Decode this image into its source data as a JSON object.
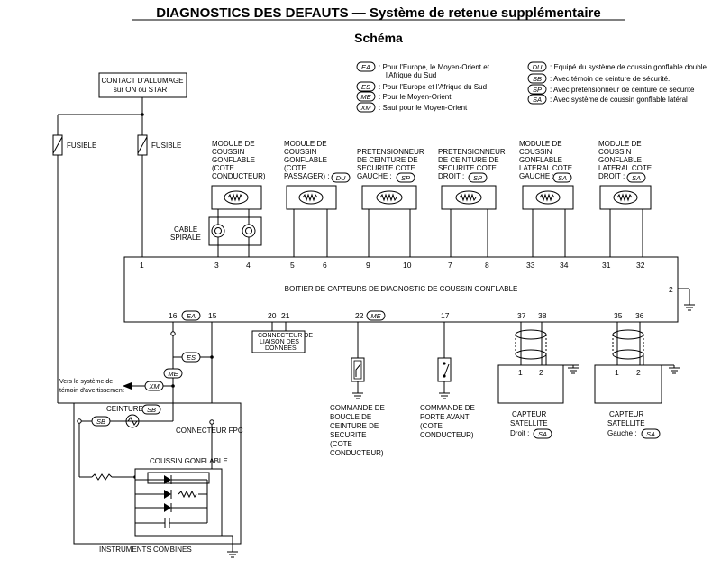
{
  "title": "DIAGNOSTICS DES DEFAUTS — Système de retenue supplémentaire",
  "subtitle": "Schéma",
  "legend": {
    "left": [
      {
        "code": "EA",
        "text1": ": Pour l'Europe, le Moyen-Orient et",
        "text2": "l'Afrique du Sud"
      },
      {
        "code": "ES",
        "text1": ": Pour l'Europe et l'Afrique du Sud",
        "text2": ""
      },
      {
        "code": "ME",
        "text1": ": Pour le Moyen-Orient",
        "text2": ""
      },
      {
        "code": "XM",
        "text1": ": Sauf pour le Moyen-Orient",
        "text2": ""
      }
    ],
    "right": [
      {
        "code": "DU",
        "text": ": Equipé du système de coussin gonflable double"
      },
      {
        "code": "SB",
        "text": ": Avec témoin de ceinture de sécurité."
      },
      {
        "code": "SP",
        "text": ": Avec prétensionneur de ceinture de sécurité"
      },
      {
        "code": "SA",
        "text": ": Avec système de coussin gonflable latéral"
      }
    ]
  },
  "ignition": {
    "line1": "CONTACT D'ALLUMAGE",
    "line2": "sur ON ou START"
  },
  "fuses": {
    "left": "FUSIBLE",
    "right": "FUSIBLE"
  },
  "modules": [
    {
      "lines": [
        "MODULE DE",
        "COUSSIN",
        "GONFLABLE",
        "(COTE",
        "CONDUCTEUR)"
      ],
      "tag": "",
      "pins": [
        "3",
        "4"
      ]
    },
    {
      "lines": [
        "MODULE DE",
        "COUSSIN",
        "GONFLABLE",
        "(COTE",
        "PASSAGER) :"
      ],
      "tag": "DU",
      "pins": [
        "5",
        "6"
      ]
    },
    {
      "lines": [
        "PRETENSIONNEUR",
        "DE CEINTURE DE",
        "SECURITE COTE",
        "GAUCHE :"
      ],
      "tag": "SP",
      "pins": [
        "9",
        "10"
      ]
    },
    {
      "lines": [
        "PRETENSIONNEUR",
        "DE CEINTURE DE",
        "SECURITE COTE",
        "DROIT :"
      ],
      "tag": "SP",
      "pins": [
        "7",
        "8"
      ]
    },
    {
      "lines": [
        "MODULE DE",
        "COUSSIN",
        "GONFLABLE",
        "LATERAL COTE",
        "GAUCHE :"
      ],
      "tag": "SA",
      "pins": [
        "33",
        "34"
      ]
    },
    {
      "lines": [
        "MODULE DE",
        "COUSSIN",
        "GONFLABLE",
        "LATERAL COTE",
        "DROIT :"
      ],
      "tag": "SA",
      "pins": [
        "31",
        "32"
      ]
    }
  ],
  "spiral": {
    "line1": "CABLE",
    "line2": "SPIRALE"
  },
  "ecu": {
    "label": "BOITIER DE CAPTEURS DE DIAGNOSTIC DE COUSSIN GONFLABLE",
    "pin1": "1",
    "pin2": "2",
    "bottom_pins": {
      "p16": "16",
      "p16tag": "EA",
      "p15": "15",
      "p20": "20",
      "p21": "21",
      "p22": "22",
      "p22tag": "ME",
      "p17": "17",
      "p37": "37",
      "p38": "38",
      "p35": "35",
      "p36": "36"
    }
  },
  "data_link": {
    "line1": "CONNECTEUR DE",
    "line2": "LIAISON DES",
    "line3": "DONNEES"
  },
  "wire_tags": {
    "es": "ES",
    "me": "ME",
    "xm": "XM"
  },
  "warning": {
    "line1": "Vers le système de",
    "line2": "témoin d'avertissement"
  },
  "belt": {
    "label": "CEINTURE :",
    "tag": "SB",
    "sbtag": "SB"
  },
  "fpc": "CONNECTEUR FPC",
  "airbag_label": "COUSSIN GONFLABLE",
  "cluster": "INSTRUMENTS COMBINES",
  "buckle": {
    "lines": [
      "COMMANDE DE",
      "BOUCLE DE",
      "CEINTURE DE",
      "SECURITE",
      "(COTE",
      "CONDUCTEUR)"
    ]
  },
  "door": {
    "lines": [
      "COMMANDE DE",
      "PORTE AVANT",
      "(COTE",
      "CONDUCTEUR)"
    ]
  },
  "sat_right": {
    "lines": [
      "CAPTEUR",
      "SATELLITE",
      "Droit :"
    ],
    "tag": "SA",
    "pin1": "1",
    "pin2": "2"
  },
  "sat_left": {
    "lines": [
      "CAPTEUR",
      "SATELLITE",
      "Gauche :"
    ],
    "tag": "SA",
    "pin1": "1",
    "pin2": "2"
  }
}
